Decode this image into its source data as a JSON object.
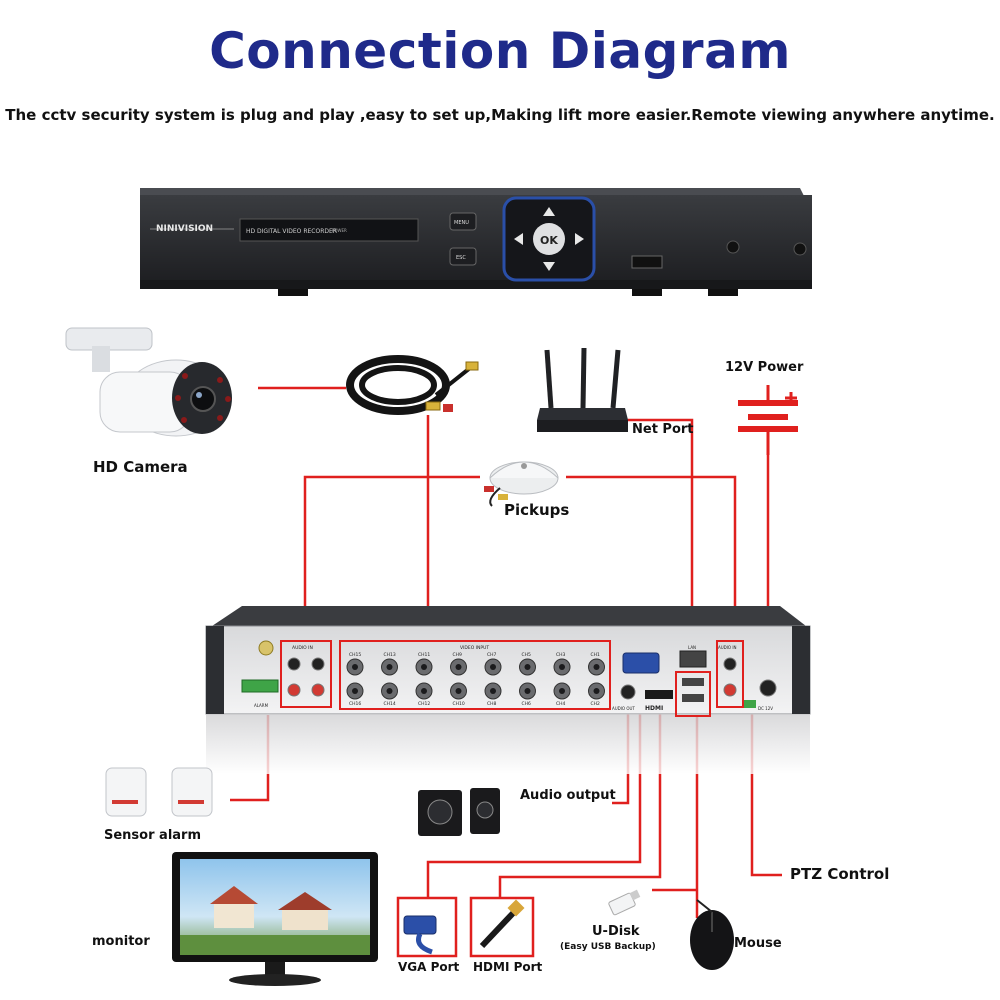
{
  "title": "Connection Diagram",
  "subtitle": "The cctv security system is plug and play ,easy to set up,Making lift more easier.Remote viewing anywhere anytime.",
  "dvr": {
    "brand": "NINIVISION",
    "front_label": "HD DIGITAL VIDEO RECORDER",
    "power_text": "POWER",
    "menu_label": "MENU",
    "esc_label": "ESC",
    "ok_label": "OK"
  },
  "rear_panel": {
    "audio_in_label": "AUDIO IN",
    "video_input_label": "VIDEO INPUT",
    "audio_in_right_label": "AUDIO IN",
    "alarm_label": "ALARM",
    "lan_label": "LAN",
    "hdmi_label": "HDMI",
    "audio_out_label": "AUDIO OUT",
    "dc_label": "DC 12V",
    "channels_top": [
      "CH15",
      "CH13",
      "CH11",
      "CH9",
      "CH7",
      "CH5",
      "CH3",
      "CH1"
    ],
    "channels_bottom": [
      "CH16",
      "CH14",
      "CH12",
      "CH10",
      "CH8",
      "CH6",
      "CH4",
      "CH2"
    ]
  },
  "labels": {
    "hd_camera": "HD Camera",
    "net_port": "Net Port",
    "power": "12V Power",
    "pickups": "Pickups",
    "sensor_alarm": "Sensor alarm",
    "audio_output": "Audio output",
    "ptz_control": "PTZ Control",
    "monitor": "monitor",
    "vga_port": "VGA Port",
    "hdmi_port": "HDMI Port",
    "udisk": "U-Disk",
    "udisk_sub": "(Easy USB Backup)",
    "mouse": "Mouse"
  },
  "colors": {
    "title": "#1f2a8a",
    "wire": "#e0201e",
    "dvr_body": "#2b2d31"
  }
}
